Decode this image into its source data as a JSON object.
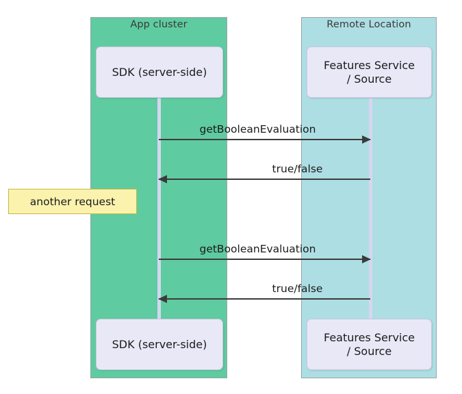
{
  "diagram": {
    "type": "sequence-diagram",
    "background_color": "#ffffff",
    "groups": [
      {
        "id": "app-cluster",
        "title": "App cluster",
        "color": "#5FCBA0",
        "participant_label": "SDK (server-side)",
        "lifeline_color": "#D6D6F0"
      },
      {
        "id": "remote-location",
        "title": "Remote Location",
        "color": "#ADDEE3",
        "participant_label": "Features Service\n/ Source",
        "participant_label_line1": "Features Service",
        "participant_label_line2": "/ Source",
        "lifeline_color": "#D6D6F0"
      }
    ],
    "messages": [
      {
        "id": "msg-1",
        "label": "getBooleanEvaluation",
        "direction": "right",
        "from": "SDK (server-side)",
        "to": "Features Service / Source"
      },
      {
        "id": "msg-2",
        "label": "true/false",
        "direction": "left",
        "from": "Features Service / Source",
        "to": "SDK (server-side)"
      },
      {
        "id": "msg-3",
        "label": "getBooleanEvaluation",
        "direction": "right",
        "from": "SDK (server-side)",
        "to": "Features Service / Source"
      },
      {
        "id": "msg-4",
        "label": "true/false",
        "direction": "left",
        "from": "Features Service / Source",
        "to": "SDK (server-side)"
      }
    ],
    "notes": [
      {
        "id": "note-another-request",
        "text": "another request",
        "fill": "#FAF2AD",
        "border": "#C8B93E"
      }
    ],
    "box_fill": "#E8E8F7",
    "arrow_color": "#3b3b3b"
  }
}
